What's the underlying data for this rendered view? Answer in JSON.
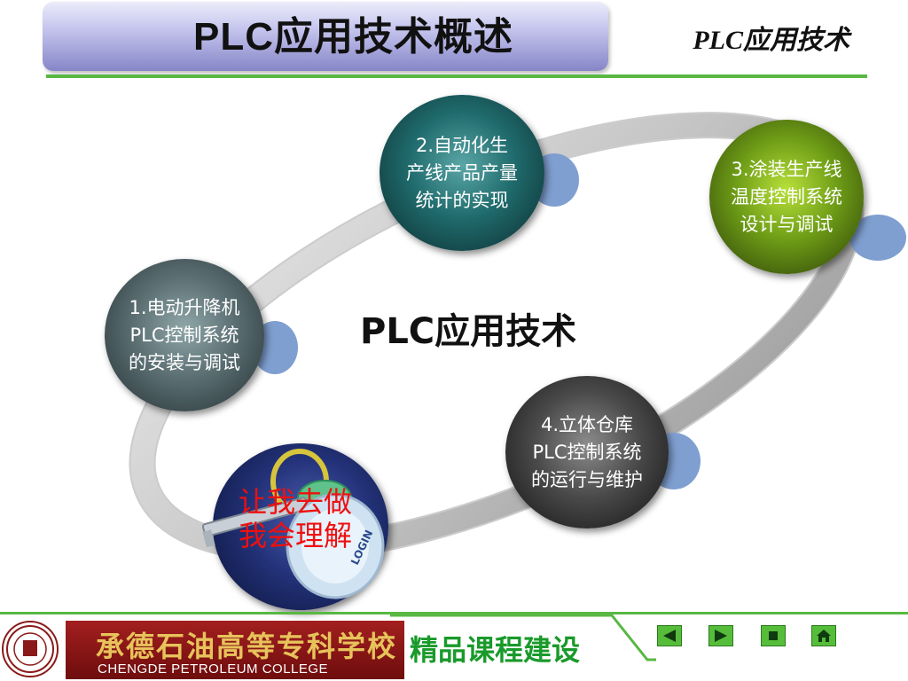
{
  "header": {
    "title": "PLC应用技术概述",
    "course_tag": "PLC应用技术"
  },
  "diagram": {
    "center_label": "PLC应用技术",
    "nodes": [
      {
        "id": 1,
        "text": "1.电动升降机\nPLC控制系统\n的安装与调试",
        "color": "#5a6e72"
      },
      {
        "id": 2,
        "text": "2.自动化生\n产线产品产量\n统计的实现",
        "color": "#1f6a6c"
      },
      {
        "id": 3,
        "text": "3.涂装生产线\n温度控制系统\n设计与调试",
        "color": "#6d9c16"
      },
      {
        "id": 4,
        "text": "4.立体仓库\nPLC控制系统\n的运行与维护",
        "color": "#4a4a4a"
      }
    ],
    "key_caption": "让我去做\n我会理解",
    "key_tag_text": "LOGIN"
  },
  "footer": {
    "school_name_cn": "承德石油高等专科学校",
    "school_name_en": "CHENGDE PETROLEUM COLLEGE",
    "slogan": "精品课程建设",
    "accent_color": "#58b843"
  },
  "nav": {
    "buttons": [
      "prev-icon",
      "next-icon",
      "stop-icon",
      "home-icon"
    ]
  }
}
